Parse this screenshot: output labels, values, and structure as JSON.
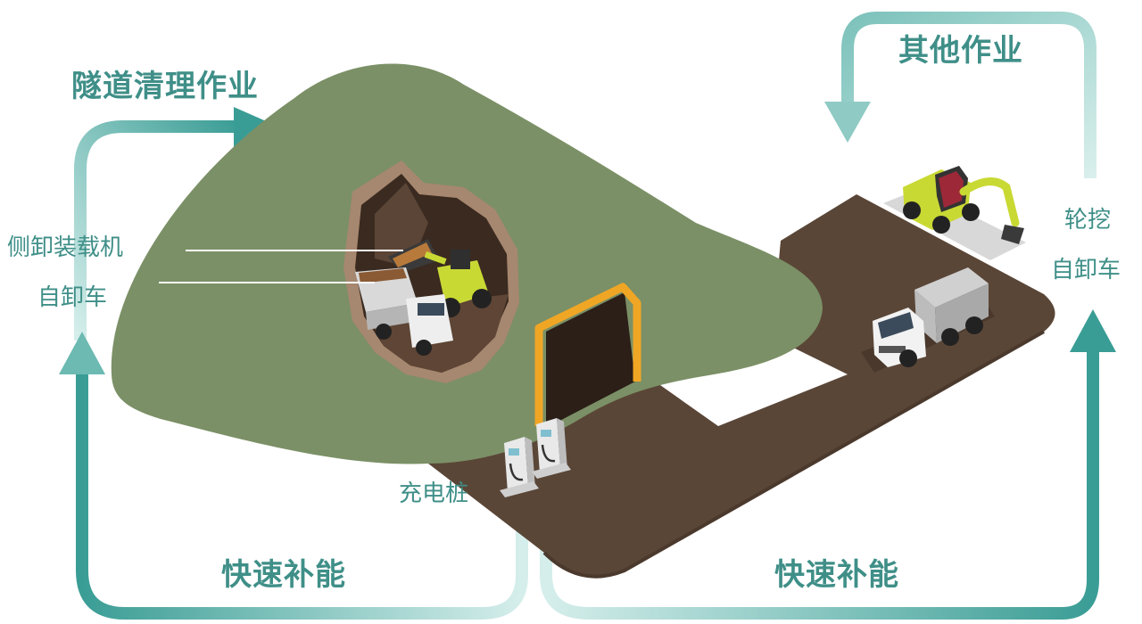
{
  "labels": {
    "tunnel_clearing": "隧道清理作业",
    "other_work": "其他作业",
    "side_loader": "侧卸装载机",
    "dump_truck_left": "自卸车",
    "wheel_excavator": "轮挖",
    "dump_truck_right": "自卸车",
    "charging_pile": "充电桩",
    "fast_recharge_left": "快速补能",
    "fast_recharge_right": "快速补能"
  },
  "colors": {
    "hill": "#7b9066",
    "road": "#5a4637",
    "arrow_dark": "#3a9d95",
    "arrow_light": "#bfe3df",
    "label_text": "#3f8f88",
    "portal_frame": "#f0a625",
    "vehicle_yellow": "#c9d934"
  }
}
